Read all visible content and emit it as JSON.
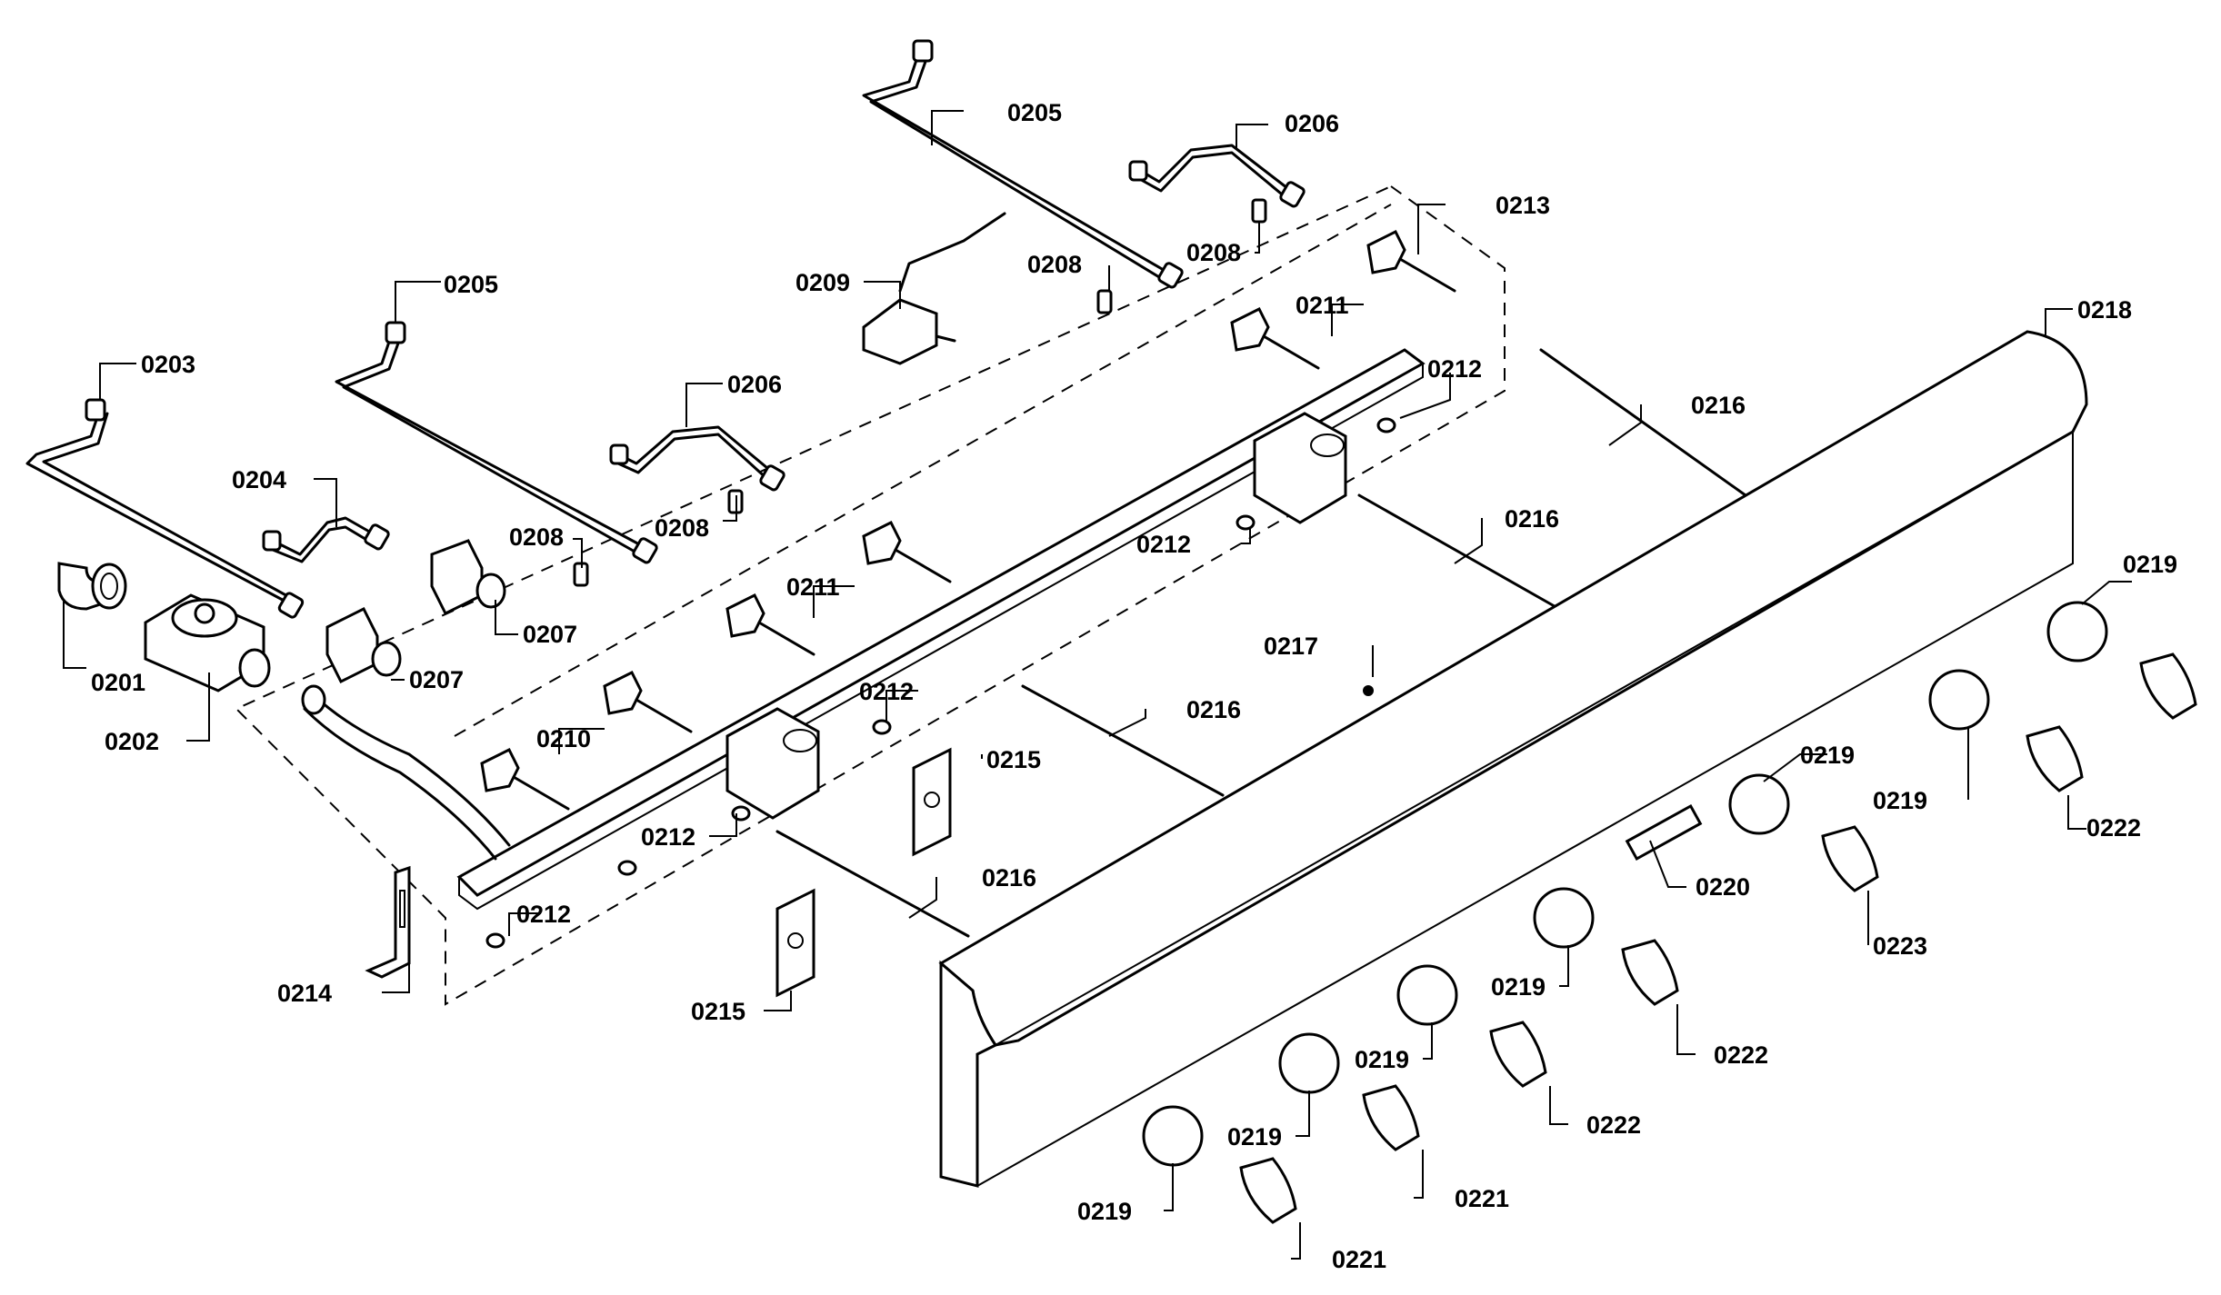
{
  "labels": {
    "p0201": "0201",
    "p0202": "0202",
    "p0203": "0203",
    "p0204": "0204",
    "p0205a": "0205",
    "p0205b": "0205",
    "p0206a": "0206",
    "p0206b": "0206",
    "p0207a": "0207",
    "p0207b": "0207",
    "p0208a": "0208",
    "p0208b": "0208",
    "p0208c": "0208",
    "p0208d": "0208",
    "p0209": "0209",
    "p0210": "0210",
    "p0211a": "0211",
    "p0211b": "0211",
    "p0212a": "0212",
    "p0212b": "0212",
    "p0212c": "0212",
    "p0212d": "0212",
    "p0212e": "0212",
    "p0213": "0213",
    "p0214": "0214",
    "p0215a": "0215",
    "p0215b": "0215",
    "p0216a": "0216",
    "p0216b": "0216",
    "p0216c": "0216",
    "p0216d": "0216",
    "p0217": "0217",
    "p0218": "0218",
    "p0219a": "0219",
    "p0219b": "0219",
    "p0219c": "0219",
    "p0219d": "0219",
    "p0219e": "0219",
    "p0219f": "0219",
    "p0219g": "0219",
    "p0220": "0220",
    "p0221a": "0221",
    "p0221b": "0221",
    "p0222a": "0222",
    "p0222b": "0222",
    "p0222c": "0222",
    "p0223": "0223"
  }
}
